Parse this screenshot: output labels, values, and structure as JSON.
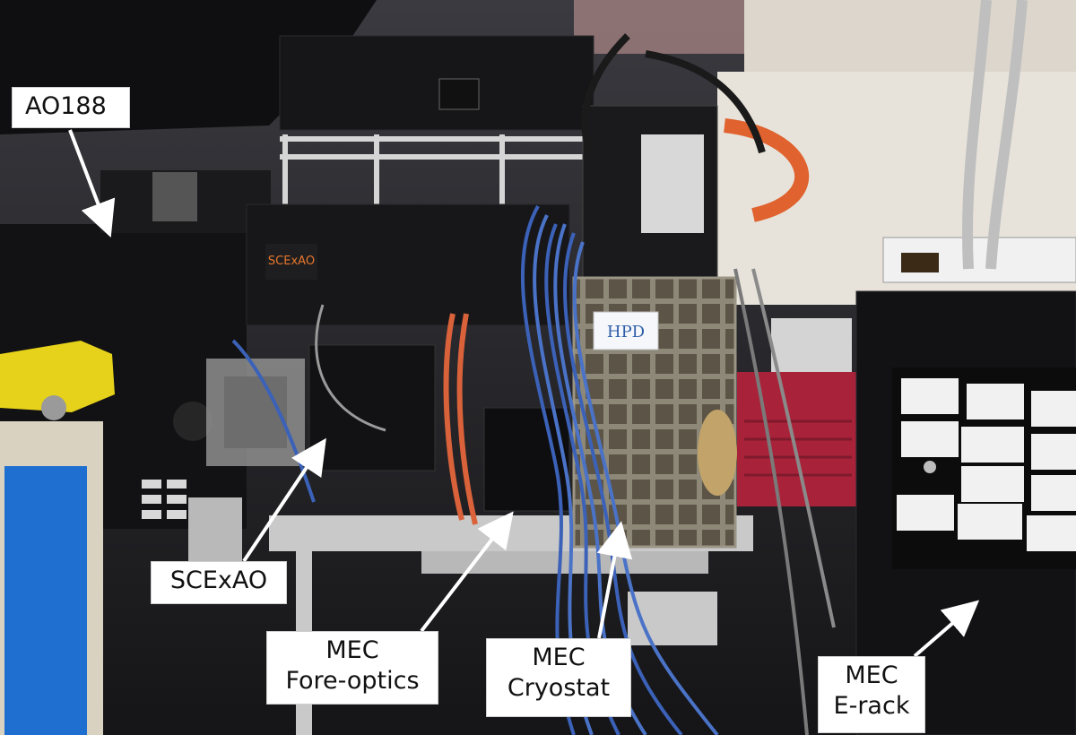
{
  "photo": {
    "logo_text": "SCExAO",
    "hpd_badge": "HPD",
    "colors": {
      "background": "#1b1b1d",
      "rack_black": "#121214",
      "label_white": "#ffffff",
      "cable_blue": "#3b62b8",
      "cable_orange": "#d9623a",
      "pump_red": "#a8233a",
      "yellow_robot": "#e6d21a",
      "blue_cabinet": "#1f6fd0"
    }
  },
  "labels": {
    "ao188": "AO188",
    "scexao": "SCExAO",
    "mec_fore_line1": "MEC",
    "mec_fore_line2": "Fore-optics",
    "mec_cryo_line1": "MEC",
    "mec_cryo_line2": "Cryostat",
    "mec_erack_line1": "MEC",
    "mec_erack_line2": "E-rack"
  }
}
